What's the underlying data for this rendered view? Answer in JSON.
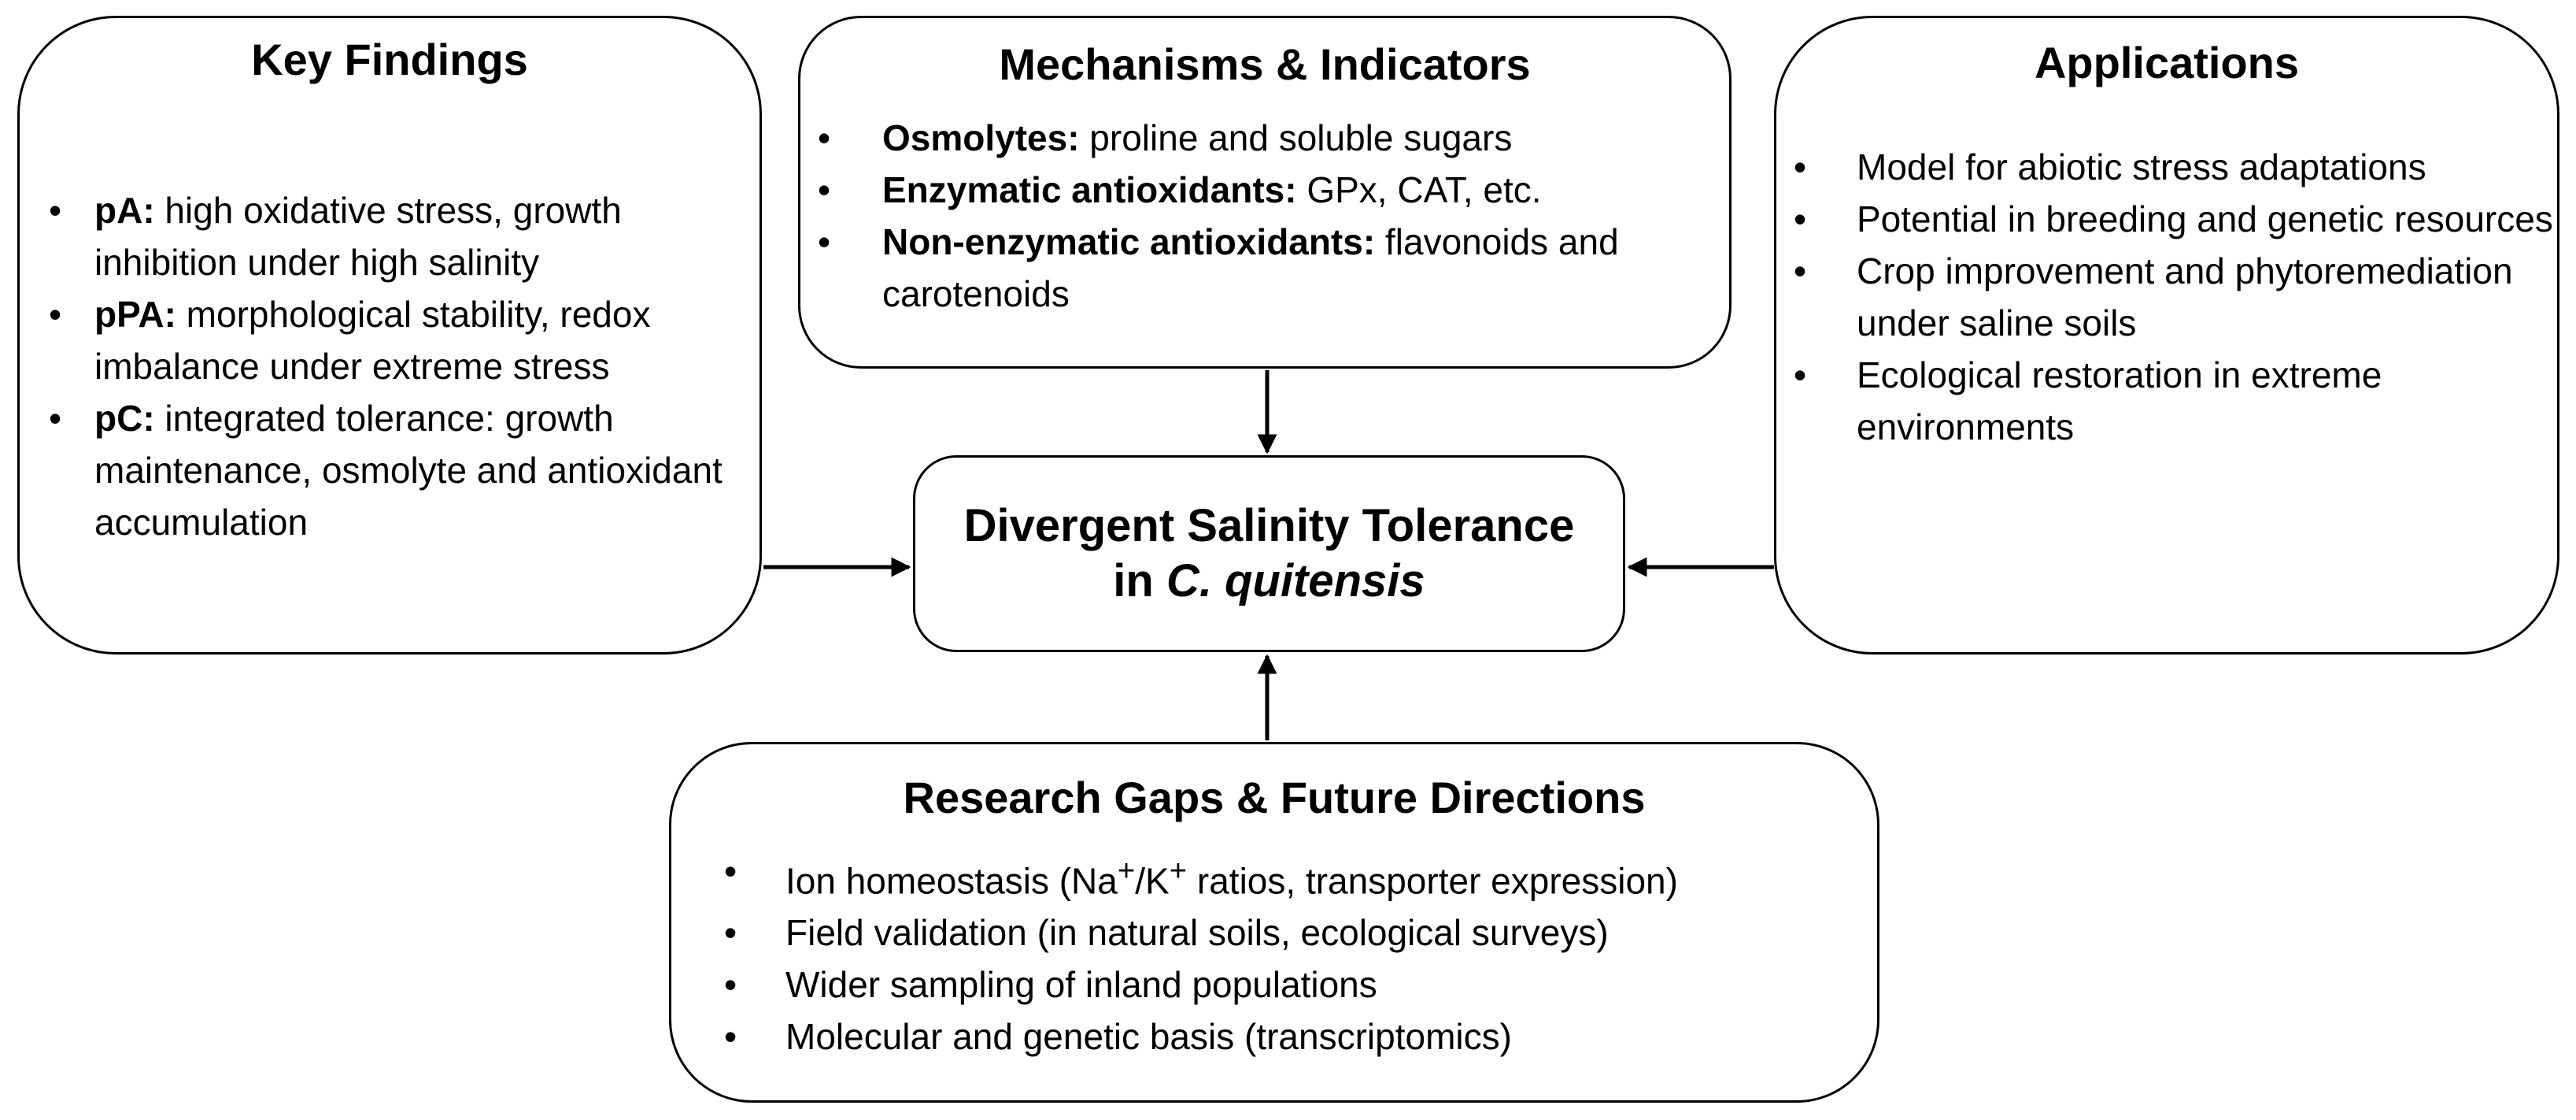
{
  "findings": {
    "title": "Key Findings",
    "items": [
      {
        "label": "pA:",
        "text": " high oxidative stress, growth inhibition under high salinity"
      },
      {
        "label": "pPA:",
        "text": " morphological stability, redox imbalance under extreme stress"
      },
      {
        "label": "pC:",
        "text": " integrated tolerance: growth maintenance, osmolyte and antioxidant accumulation"
      }
    ]
  },
  "mechanisms": {
    "title": "Mechanisms & Indicators",
    "items": [
      {
        "label": "Osmolytes:",
        "text": " proline and soluble sugars"
      },
      {
        "label": "Enzymatic antioxidants:",
        "text": " GPx, CAT, etc."
      },
      {
        "label": "Non-enzymatic antioxidants:",
        "text": " flavonoids and carotenoids"
      }
    ]
  },
  "applications": {
    "title": "Applications",
    "items": [
      {
        "text": "Model for abiotic stress adaptations"
      },
      {
        "text": "Potential in breeding and genetic resources"
      },
      {
        "text": "Crop improvement and phytoremediation under saline soils"
      },
      {
        "text": "Ecological restoration in extreme environments"
      }
    ]
  },
  "center": {
    "line1": "Divergent Salinity Tolerance",
    "line2_prefix": "in ",
    "line2_italic": "C. quitensis"
  },
  "gaps": {
    "title": "Research Gaps & Future Directions",
    "items": [
      {
        "pre": "Ion homeostasis (Na",
        "sup1": "+",
        "mid": "/K",
        "sup2": "+",
        "post": " ratios, transporter expression)"
      },
      {
        "text": "Field validation (in natural soils, ecological surveys)"
      },
      {
        "text": "Wider sampling of inland populations"
      },
      {
        "text": "Molecular and genetic basis (transcriptomics)"
      }
    ]
  },
  "bullet_glyph": "•",
  "colors": {
    "stroke": "#000000",
    "background": "#ffffff"
  }
}
